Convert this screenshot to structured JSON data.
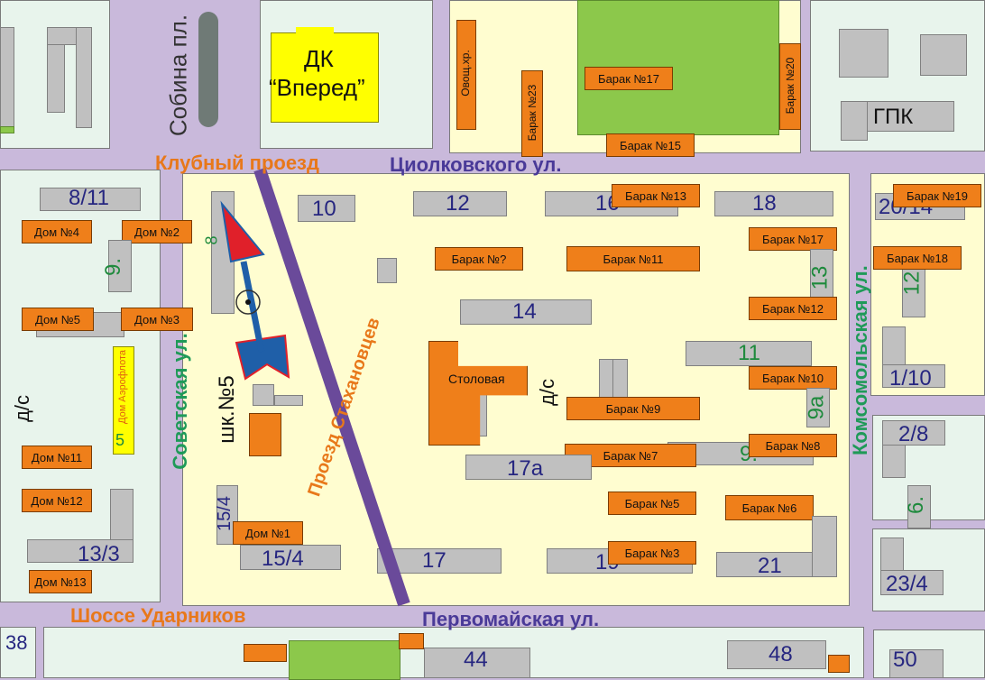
{
  "colors": {
    "street": "#c9b9db",
    "block_mint": "#e8f4ec",
    "block_cream": "#fffdd0",
    "park": "#8cc84b",
    "barrack": "#ef7f1a",
    "building": "#c0c0c0",
    "dk_building": "#ffff00",
    "railway": "#6a4a9a",
    "arrow_red": "#e0202a",
    "arrow_blue": "#1f5fa8"
  },
  "streets": {
    "klubny": "Клубный проезд",
    "tsiolkovskogo": "Циолковского ул.",
    "sobina": "Собина пл.",
    "sovetskaya": "Советская ул.",
    "komsomolskaya": "Комсомольская ул.",
    "stakhanovtsev": "Проезд Стахановцев",
    "udarnikov": "Шоссе Ударников",
    "pervomayskaya": "Первомайская ул."
  },
  "landmarks": {
    "dk_line1": "ДК",
    "dk_line2": "“Вперед”",
    "gpk": "ГПК",
    "stolovaya": "Столовая",
    "ovoshch": "Овощ.хр.",
    "school": "шк.№5",
    "ds_left": "д/с",
    "ds_center": "д/с",
    "dom_aeroflota": "Дом Аэрофлота",
    "dom_aeroflota_num": "5"
  },
  "barracks": {
    "b17_park": "Барак №17",
    "b20": "Барак №20",
    "b23": "Барак №23",
    "b15": "Барак №15",
    "b13": "Барак №13",
    "b19": "Барак №19",
    "b17_right": "Барак №17",
    "b18": "Барак №18",
    "bq": "Барак №?",
    "b11": "Барак №11",
    "b12": "Барак №12",
    "b10": "Барак №10",
    "b9": "Барак №9",
    "b8": "Барак №8",
    "b7": "Барак №7",
    "b5": "Барак №5",
    "b6": "Барак №6",
    "b3": "Барак №3"
  },
  "houses": {
    "d4": "Дом №4",
    "d2": "Дом №2",
    "d5": "Дом №5",
    "d3": "Дом №3",
    "d11": "Дом №11",
    "d12": "Дом №12",
    "d13": "Дом №13",
    "d1": "Дом №1"
  },
  "numbers": {
    "n8_11": "8/11",
    "n9_left": "9.",
    "n13_3": "13/3",
    "n10": "10",
    "n12": "12",
    "n16": "16",
    "n18": "18",
    "n20_14": "20/14",
    "n13_right": "13",
    "n12_right": "12",
    "n14": "14",
    "n11": "11",
    "n1_10": "1/10",
    "n9a": "9а",
    "n2_8": "2/8",
    "n9_center": "9.",
    "n17a": "17а",
    "n6": "6.",
    "n15_4_vert": "15/4",
    "n15_4": "15/4",
    "n17": "17",
    "n19": "19",
    "n21": "21",
    "n23_4": "23/4",
    "n38": "38",
    "n44": "44",
    "n48": "48",
    "n50": "50",
    "n8_tiny": "8"
  }
}
